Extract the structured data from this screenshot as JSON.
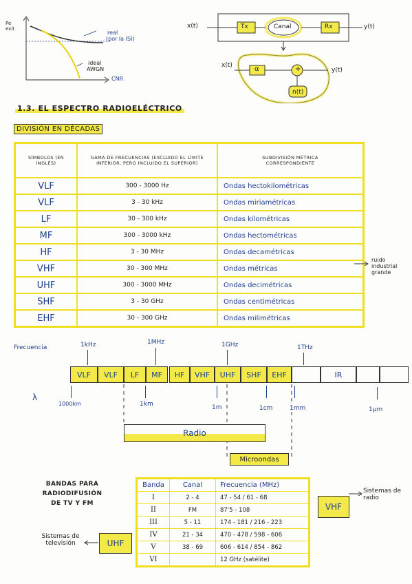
{
  "graph": {
    "ylabel": "Pe",
    "ylabel_sub": "exit",
    "xlabel": "CNR",
    "real_label": "real",
    "real_note": "(por la ISI)",
    "ideal_label": "ideal",
    "ideal_note": "AWGN"
  },
  "block_diagram_1": {
    "input": "x(t)",
    "tx": "Tx",
    "channel": "Canal",
    "rx": "Rx",
    "output": "y(t)"
  },
  "block_diagram_2": {
    "input": "x(t)",
    "gain": "α",
    "sum": "+",
    "noise": "n(t)",
    "output": "y(t)"
  },
  "section": {
    "heading": "1.3. EL ESPECTRO RADIOELÉCTRICO",
    "subheading": "DIVISIÓN EN DÉCADAS"
  },
  "decades_table": {
    "headers": [
      "SÍMBOLOS (EN INGLÉS)",
      "GAMA DE FRECUENCIAS (EXCLUIDO EL LÍMITE INFERIOR, PERO INCLUIDO EL SUPERIOR)",
      "SUBDIVISIÓN MÉTRICA CORRESPONDIENTE"
    ],
    "rows": [
      {
        "symbol": "VLF",
        "range": "300 - 3000 Hz",
        "sub": "Ondas hectokilométricas"
      },
      {
        "symbol": "VLF",
        "range": "3 - 30 kHz",
        "sub": "Ondas miriamétricas"
      },
      {
        "symbol": "LF",
        "range": "30 - 300 kHz",
        "sub": "Ondas kilométricas"
      },
      {
        "symbol": "MF",
        "range": "300 - 3000 kHz",
        "sub": "Ondas hectométricas"
      },
      {
        "symbol": "HF",
        "range": "3 - 30 MHz",
        "sub": "Ondas decamétricas"
      },
      {
        "symbol": "VHF",
        "range": "30 - 300 MHz",
        "sub": "Ondas métricas"
      },
      {
        "symbol": "UHF",
        "range": "300 - 3000 MHz",
        "sub": "Ondas decimétricas"
      },
      {
        "symbol": "SHF",
        "range": "3 - 30 GHz",
        "sub": "Ondas centimétricas"
      },
      {
        "symbol": "EHF",
        "range": "30 - 300 GHz",
        "sub": "Ondas milimétricas"
      }
    ],
    "side_note": "ruido industrial grande"
  },
  "spectrum": {
    "freq_label": "Frecuencia",
    "marks_top": [
      "1kHz",
      "1MHz",
      "1GHz",
      "1THz"
    ],
    "cells": [
      "VLF",
      "VLF",
      "LF",
      "MF",
      "HF",
      "VHF",
      "UHF",
      "SHF",
      "EHF",
      "",
      "IR",
      "",
      ""
    ],
    "lambda": "λ",
    "marks_bottom": [
      "1000km",
      "1km",
      "1m",
      "1cm",
      "1mm",
      "1μm"
    ],
    "radio": "Radio",
    "microondas": "Microondas"
  },
  "broadcast": {
    "title": "BANDAS PARA RADIODIFUSIÓN DE TV Y FM",
    "headers": [
      "Banda",
      "Canal",
      "Frecuencia (MHz)"
    ],
    "rows": [
      {
        "band": "I",
        "channel": "2 - 4",
        "freq": "47 - 54 / 61 - 68"
      },
      {
        "band": "II",
        "channel": "FM",
        "freq": "87'5 - 108"
      },
      {
        "band": "III",
        "channel": "5 - 11",
        "freq": "174 - 181 / 216 - 223"
      },
      {
        "band": "IV",
        "channel": "21 - 34",
        "freq": "470 - 478 / 598 - 606"
      },
      {
        "band": "V",
        "channel": "38 - 69",
        "freq": "606 - 614 / 854 - 862"
      },
      {
        "band": "VI",
        "channel": "",
        "freq": "12 GHz (satélite)"
      }
    ],
    "vhf_right": "VHF",
    "vhf_left": "UHF",
    "note_right": "Sistemas de radio",
    "note_left": "Sistemas de televisión"
  }
}
